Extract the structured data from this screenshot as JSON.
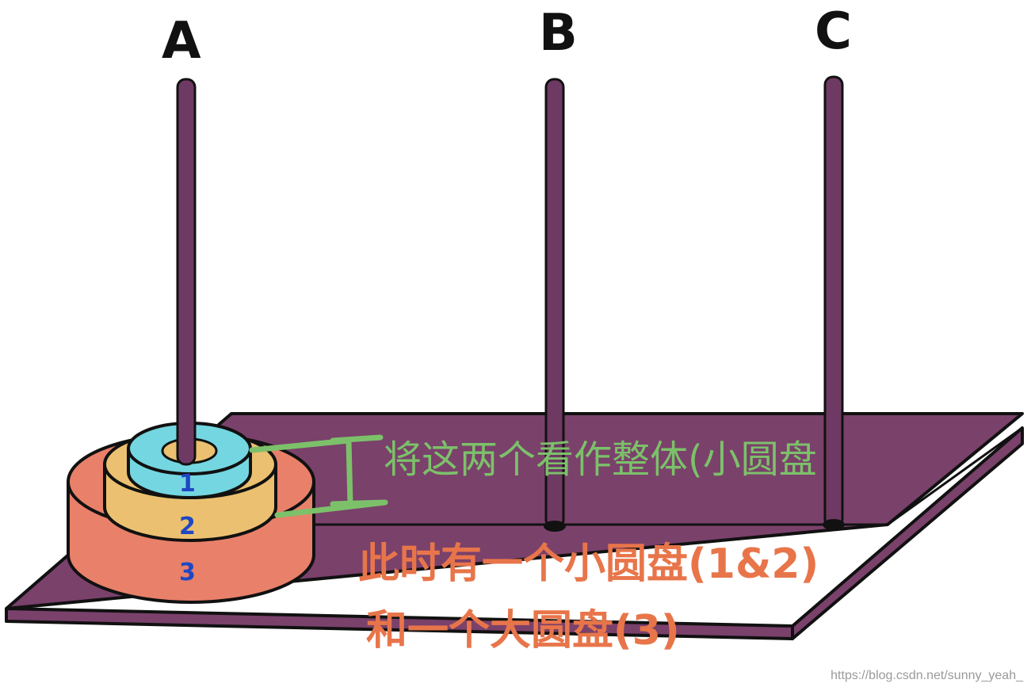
{
  "pegs": {
    "a_label": "A",
    "b_label": "B",
    "c_label": "C"
  },
  "disks": {
    "small_number": "1",
    "medium_number": "2",
    "large_number": "3"
  },
  "annotations": {
    "group_note": "将这两个看作整体(小圆盘",
    "summary_line1": "此时有一个小圆盘(1&2)",
    "summary_line2": "和一个大圆盘(3)"
  },
  "watermark": "https://blog.csdn.net/sunny_yeah_",
  "colors": {
    "board": "#7a416b",
    "peg": "#6e3a63",
    "outline": "#111111",
    "disk_large": "#e9806a",
    "disk_medium": "#ebc070",
    "disk_small": "#74d6e0",
    "group_bracket": "#7cc16a",
    "summary_text": "#e8754a",
    "disk_number": "#1f47c4"
  }
}
